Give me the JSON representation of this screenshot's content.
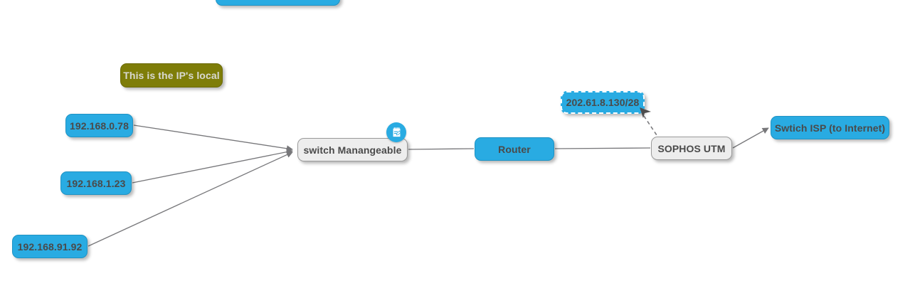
{
  "diagram": {
    "background_color": "#ffffff",
    "node_blue": "#29ABE2",
    "node_gray": "#ededed",
    "node_olive": "#7e7d08",
    "edge_color": "#77777a",
    "nodes": {
      "clipped_top": {
        "label": ""
      },
      "note_label": {
        "label": "This is the IP's local"
      },
      "ip_0": {
        "label": "192.168.0.78"
      },
      "ip_1": {
        "label": "192.168.1.23"
      },
      "ip_2": {
        "label": "192.168.91.92"
      },
      "switch": {
        "label": "switch Manangeable"
      },
      "router": {
        "label": "Router"
      },
      "wan_ip": {
        "label": "202.61.8.130/28",
        "selected": true
      },
      "sophos": {
        "label": "SOPHOS UTM"
      },
      "isp": {
        "label": "Swtich ISP (to Internet)"
      }
    },
    "icons": {
      "note_badge": "note-edit-icon",
      "drag_handle": "arrow-handle-icon"
    },
    "edges": [
      {
        "from": "ip_0",
        "to": "switch",
        "style": "solid",
        "arrow": "end"
      },
      {
        "from": "ip_1",
        "to": "switch",
        "style": "solid",
        "arrow": "end"
      },
      {
        "from": "ip_2",
        "to": "switch",
        "style": "solid",
        "arrow": "end"
      },
      {
        "from": "switch",
        "to": "router",
        "style": "solid",
        "arrow": "none"
      },
      {
        "from": "router",
        "to": "sophos",
        "style": "solid",
        "arrow": "none"
      },
      {
        "from": "wan_ip",
        "to": "sophos",
        "style": "dashed",
        "arrow": "none"
      },
      {
        "from": "sophos",
        "to": "isp",
        "style": "solid",
        "arrow": "end"
      }
    ]
  }
}
